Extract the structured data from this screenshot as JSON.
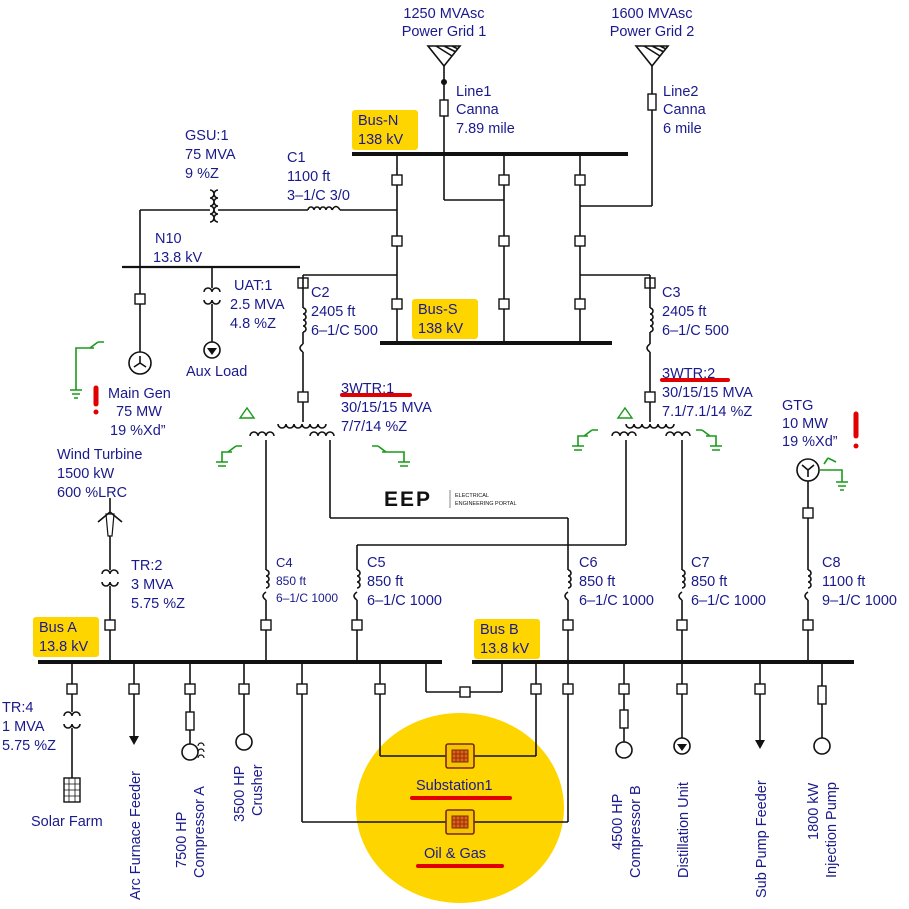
{
  "grids": [
    {
      "rating": "1250 MVAsc",
      "name": "Power Grid 1"
    },
    {
      "rating": "1600 MVAsc",
      "name": "Power Grid 2"
    }
  ],
  "lines": [
    {
      "name": "Line1",
      "type": "Canna",
      "length": "7.89 mile"
    },
    {
      "name": "Line2",
      "type": "Canna",
      "length": "6 mile"
    }
  ],
  "buses": {
    "bus_n": {
      "name": "Bus-N",
      "kv": "138 kV"
    },
    "bus_s": {
      "name": "Bus-S",
      "kv": "138 kV"
    },
    "n10": {
      "name": "N10",
      "kv": "13.8 kV"
    },
    "bus_a": {
      "name": "Bus A",
      "kv": "13.8 kV"
    },
    "bus_b": {
      "name": "Bus B",
      "kv": "13.8 kV"
    }
  },
  "transformers": {
    "gsu": {
      "name": "GSU:1",
      "mva": "75 MVA",
      "z": "9 %Z"
    },
    "uat": {
      "name": "UAT:1",
      "mva": "2.5 MVA",
      "z": "4.8 %Z"
    },
    "wtr1": {
      "name": "3WTR:1",
      "mva": "30/15/15 MVA",
      "z": "7/7/14 %Z"
    },
    "wtr2": {
      "name": "3WTR:2",
      "mva": "30/15/15 MVA",
      "z": "7.1/7.1/14 %Z"
    },
    "tr2": {
      "name": "TR:2",
      "mva": "3 MVA",
      "z": "5.75 %Z"
    },
    "tr4": {
      "name": "TR:4",
      "mva": "1 MVA",
      "z": "5.75 %Z"
    }
  },
  "cables": {
    "c1": {
      "name": "C1",
      "len": "1100 ft",
      "size": "3–1/C 3/0"
    },
    "c2": {
      "name": "C2",
      "len": "2405 ft",
      "size": "6–1/C 500"
    },
    "c3": {
      "name": "C3",
      "len": "2405 ft",
      "size": "6–1/C 500"
    },
    "c4": {
      "name": "C4",
      "len": "850 ft",
      "size": "6–1/C 1000"
    },
    "c5": {
      "name": "C5",
      "len": "850 ft",
      "size": "6–1/C 1000"
    },
    "c6": {
      "name": "C6",
      "len": "850 ft",
      "size": "6–1/C 1000"
    },
    "c7": {
      "name": "C7",
      "len": "850 ft",
      "size": "6–1/C 1000"
    },
    "c8": {
      "name": "C8",
      "len": "1100 ft",
      "size": "9–1/C 1000"
    }
  },
  "generators": {
    "main_gen": {
      "name": "Main Gen",
      "rating": "75 MW",
      "xd": "19 %Xd”"
    },
    "gtg": {
      "name": "GTG",
      "rating": "10 MW",
      "xd": "19 %Xd”"
    },
    "wind": {
      "name": "Wind Turbine",
      "rating": "1500 kW",
      "lrc": "600 %LRC"
    }
  },
  "loads": {
    "aux_load": "Aux Load",
    "solar_farm": "Solar Farm",
    "arc_furnace": "Arc Furnace Feeder",
    "compressor_a": [
      "7500 HP",
      "Compressor A"
    ],
    "crusher": [
      "3500 HP",
      "Crusher"
    ],
    "compressor_b": [
      "4500 HP",
      "Compressor B"
    ],
    "distillation": "Distillation Unit",
    "sub_pump": "Sub Pump Feeder",
    "injection_pump": [
      "1800 kW",
      "Injection Pump"
    ]
  },
  "composites": {
    "substation1": "Substation1",
    "oil_gas": "Oil & Gas"
  },
  "logo": {
    "mark": "EEP",
    "line1": "ELECTRICAL",
    "line2": "ENGINEERING PORTAL"
  },
  "colors": {
    "label_text": "#1a1a8c",
    "highlight": "#ffd500",
    "ground": "#1a9a1a",
    "markup_red": "#e00000",
    "lines": "#111111"
  }
}
